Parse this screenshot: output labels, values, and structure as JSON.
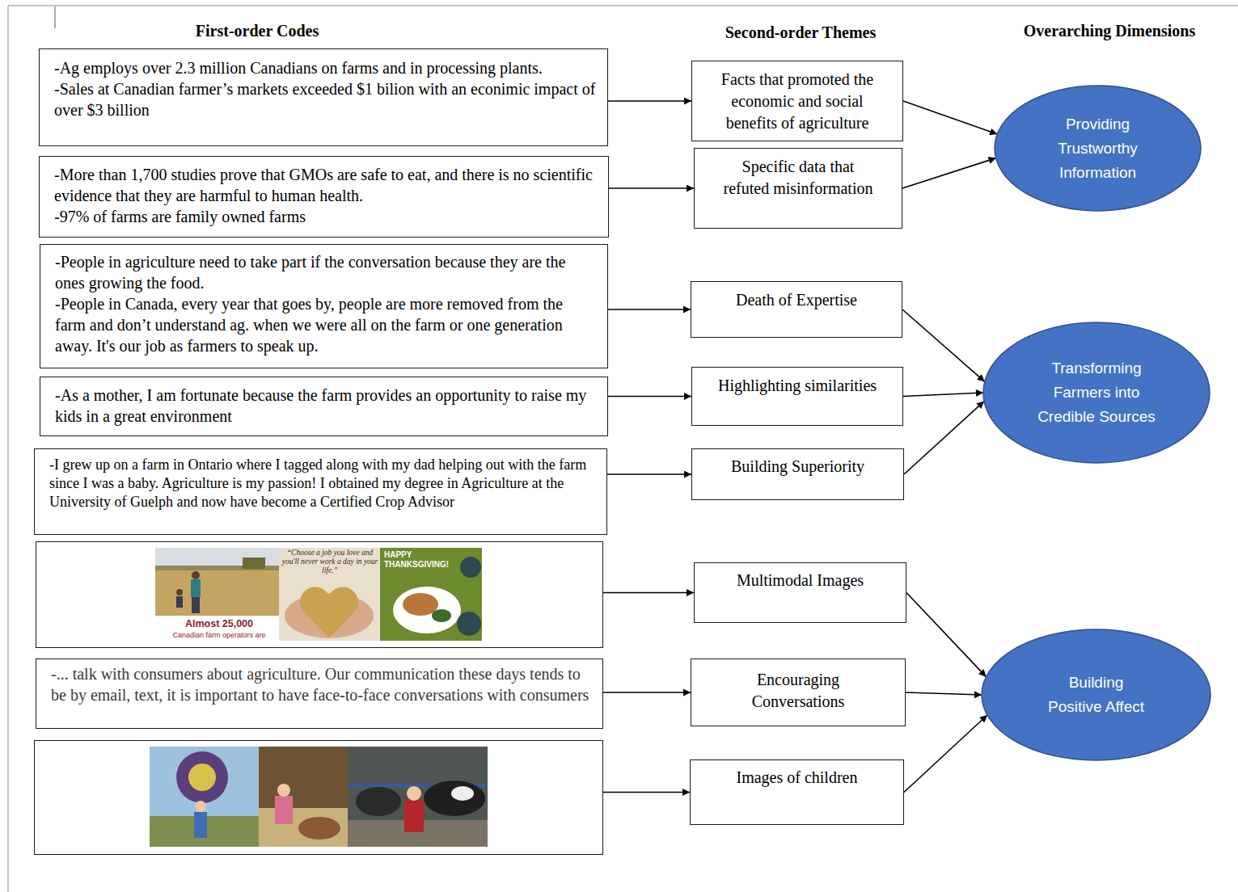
{
  "diagram": {
    "nodes": [
      {
        "text": [
          "-Ag employs over 2.3 million Canadians on farms and in processing plants.",
          "-Sales at Canadian farmer’s markets exceeded $1 bilion with an econimic impact of over $3 billion"
        ]
      },
      {
        "text": [
          "-More than 1,700 studies prove that GMOs are safe to eat, and there is no scientific evidence that they are harmful to human health.",
          "-97% of farms are family owned farms"
        ]
      },
      {
        "text": [
          "-People in agriculture need to take part if the conversation because they are the ones growing the food.",
          "-People in Canada, every year that goes by, people are more removed from the farm and don’t understand ag. when we were all on the farm or one generation away. It's our job as farmers to speak up."
        ]
      },
      {
        "text": [
          "-As a mother, I am fortunate because the farm provides an opportunity to raise my kids in a great environment"
        ]
      },
      {
        "text": [
          "-I grew up on a farm in Ontario where I tagged along with my dad helping out with the farm since I was a baby. Agriculture is my passion! I obtained my degree in Agriculture at the University of Guelph and now have become a Certified Crop Advisor"
        ]
      },
      {
        "text": [
          "Almost 25,000",
          "Canadian farm operators are",
          "“Choose a job you love and you'll never work a day in your life.”",
          "HAPPY THANKSGIVING!"
        ]
      },
      {
        "text": [
          "-... talk with consumers about agriculture. Our communication these days tends to be by email, text, it is important to have face-to-face conversations with consumers"
        ]
      },
      {
        "text": []
      },
      {
        "text": [
          "Facts that promoted the economic and social benefits of agriculture"
        ]
      },
      {
        "text": [
          "Specific data that refuted misinformation"
        ]
      },
      {
        "text": [
          "Death of Expertise"
        ]
      },
      {
        "text": [
          "Highlighting similarities"
        ]
      },
      {
        "text": [
          "Building Superiority"
        ]
      },
      {
        "text": [
          "Multimodal Images"
        ]
      },
      {
        "text": [
          "Encouraging Conversations"
        ]
      },
      {
        "text": [
          "Images of children"
        ]
      },
      {
        "text": [
          "Providing Trustworthy Information"
        ]
      },
      {
        "text": [
          "Transforming Farmers into Credible Sources"
        ]
      },
      {
        "text": [
          "Building Positive Affect"
        ]
      }
    ],
    "edges": [
      {
        "from": 0,
        "to": 8,
        "arrow": "to"
      },
      {
        "from": 1,
        "to": 9,
        "arrow": "to"
      },
      {
        "from": 2,
        "to": 10,
        "arrow": "to"
      },
      {
        "from": 3,
        "to": 11,
        "arrow": "to"
      },
      {
        "from": 4,
        "to": 12,
        "arrow": "to"
      },
      {
        "from": 5,
        "to": 13,
        "arrow": "to"
      },
      {
        "from": 6,
        "to": 14,
        "arrow": "to"
      },
      {
        "from": 7,
        "to": 15,
        "arrow": "to"
      },
      {
        "from": 8,
        "to": 16,
        "arrow": "to"
      },
      {
        "from": 9,
        "to": 16,
        "arrow": "to"
      },
      {
        "from": 10,
        "to": 17,
        "arrow": "to"
      },
      {
        "from": 11,
        "to": 17,
        "arrow": "to"
      },
      {
        "from": 12,
        "to": 17,
        "arrow": "to"
      },
      {
        "from": 13,
        "to": 18,
        "arrow": "to"
      },
      {
        "from": 14,
        "to": 18,
        "arrow": "to"
      },
      {
        "from": 15,
        "to": 18,
        "arrow": "to"
      }
    ],
    "labels": [
      "First-order Codes",
      "Second-order Themes",
      "Overarching Dimensions"
    ]
  }
}
